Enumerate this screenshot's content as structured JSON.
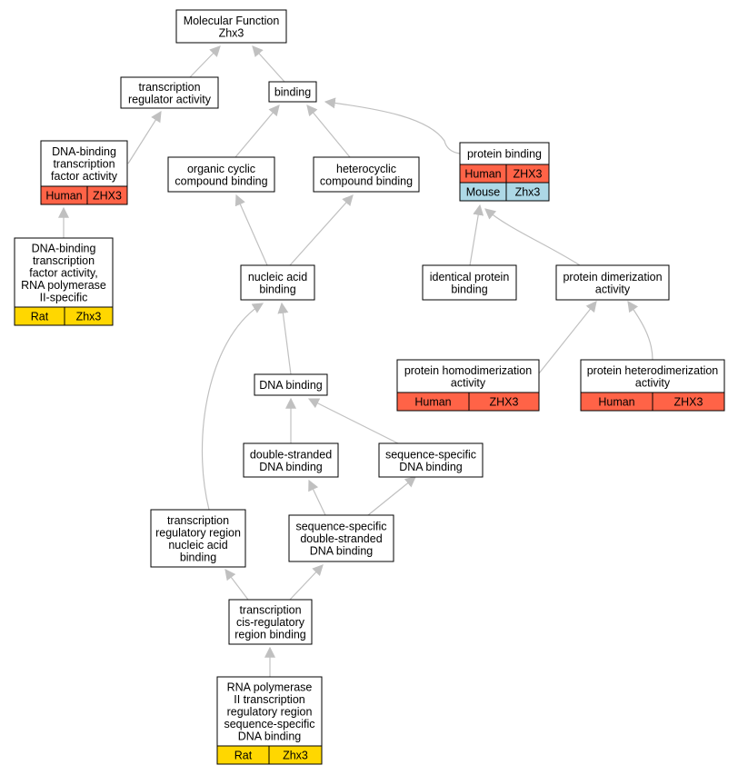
{
  "colors": {
    "edge": "#c0c0c0",
    "human": "#ff6347",
    "mouse": "#add8e6",
    "rat": "#ffd700",
    "node_fill": "#ffffff",
    "node_stroke": "#000000"
  },
  "nodes": {
    "root": {
      "lines": [
        "Molecular Function",
        "Zhx3"
      ]
    },
    "trans_reg": {
      "lines": [
        "transcription",
        "regulator activity"
      ]
    },
    "binding": {
      "lines": [
        "binding"
      ]
    },
    "dna_tf": {
      "lines": [
        "DNA-binding",
        "transcription",
        "factor activity"
      ],
      "annotations": [
        {
          "species": "Human",
          "gene": "ZHX3"
        }
      ]
    },
    "organic": {
      "lines": [
        "organic cyclic",
        "compound binding"
      ]
    },
    "hetero": {
      "lines": [
        "heterocyclic",
        "compound binding"
      ]
    },
    "protein": {
      "lines": [
        "protein binding"
      ],
      "annotations": [
        {
          "species": "Human",
          "gene": "ZHX3"
        },
        {
          "species": "Mouse",
          "gene": "Zhx3"
        }
      ]
    },
    "dna_tf_pol2": {
      "lines": [
        "DNA-binding",
        "transcription",
        "factor activity,",
        "RNA polymerase",
        "II-specific"
      ],
      "annotations": [
        {
          "species": "Rat",
          "gene": "Zhx3"
        }
      ]
    },
    "nucleic": {
      "lines": [
        "nucleic acid",
        "binding"
      ]
    },
    "identical": {
      "lines": [
        "identical protein",
        "binding"
      ]
    },
    "dimer": {
      "lines": [
        "protein dimerization",
        "activity"
      ]
    },
    "dna": {
      "lines": [
        "DNA binding"
      ]
    },
    "homodimer": {
      "lines": [
        "protein homodimerization",
        "activity"
      ],
      "annotations": [
        {
          "species": "Human",
          "gene": "ZHX3"
        }
      ]
    },
    "heterodimer": {
      "lines": [
        "protein heterodimerization",
        "activity"
      ],
      "annotations": [
        {
          "species": "Human",
          "gene": "ZHX3"
        }
      ]
    },
    "ds_dna": {
      "lines": [
        "double-stranded",
        "DNA binding"
      ]
    },
    "ss_dna": {
      "lines": [
        "sequence-specific",
        "DNA binding"
      ]
    },
    "trr_na": {
      "lines": [
        "transcription",
        "regulatory region",
        "nucleic acid",
        "binding"
      ]
    },
    "ssds_dna": {
      "lines": [
        "sequence-specific",
        "double-stranded",
        "DNA binding"
      ]
    },
    "cis_reg": {
      "lines": [
        "transcription",
        "cis-regulatory",
        "region binding"
      ]
    },
    "pol2_trr": {
      "lines": [
        "RNA polymerase",
        "II transcription",
        "regulatory region",
        "sequence-specific",
        "DNA binding"
      ],
      "annotations": [
        {
          "species": "Rat",
          "gene": "Zhx3"
        }
      ]
    }
  }
}
